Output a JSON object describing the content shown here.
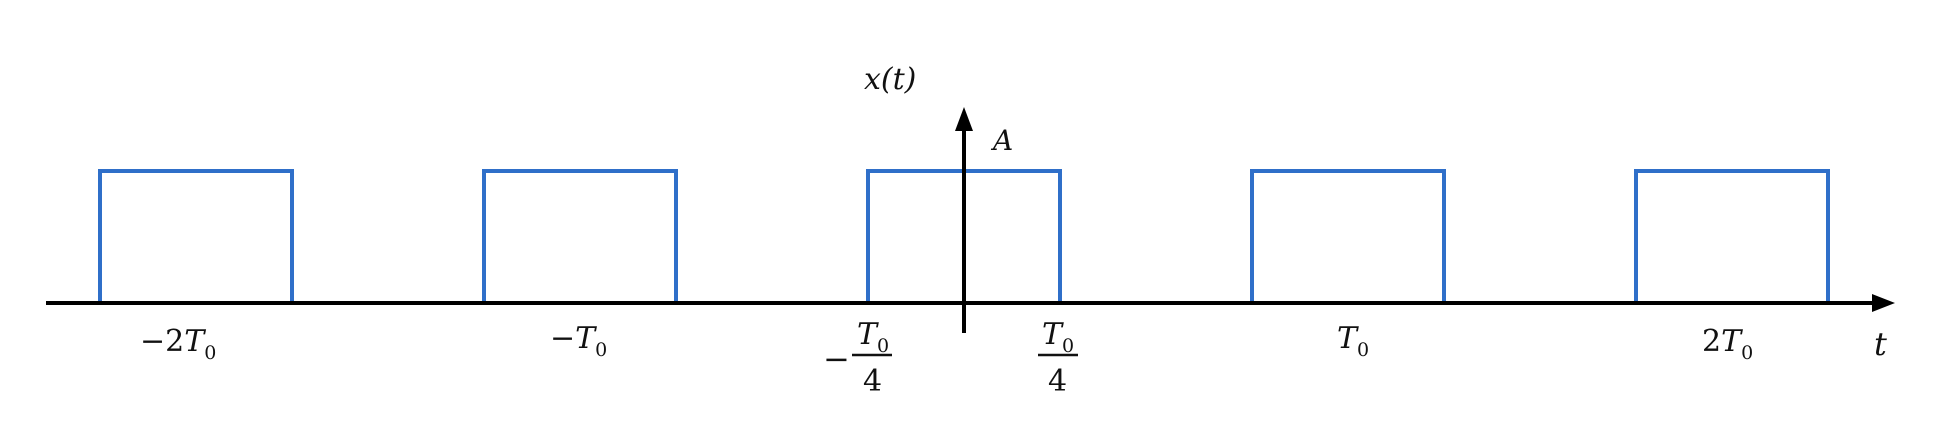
{
  "y_axis_label": "x(t)",
  "x_axis_label": "t",
  "amplitude_label": "A",
  "signal_color": "#2f6fc9",
  "axis_color": "#000000",
  "tick_labels": {
    "neg_2T0": {
      "sign": "−2",
      "symbol": "T",
      "subscript": "0"
    },
    "neg_T0": {
      "sign": "−",
      "symbol": "T",
      "subscript": "0"
    },
    "neg_quarter": {
      "sign": "−",
      "symbol": "T",
      "subscript": "0",
      "denominator": "4"
    },
    "pos_quarter": {
      "symbol": "T",
      "subscript": "0",
      "denominator": "4"
    },
    "pos_T0": {
      "symbol": "T",
      "subscript": "0"
    },
    "pos_2T0": {
      "sign": "2",
      "symbol": "T",
      "subscript": "0"
    }
  },
  "pulses_at_periods": [
    -2,
    -1,
    0,
    1,
    2
  ]
}
